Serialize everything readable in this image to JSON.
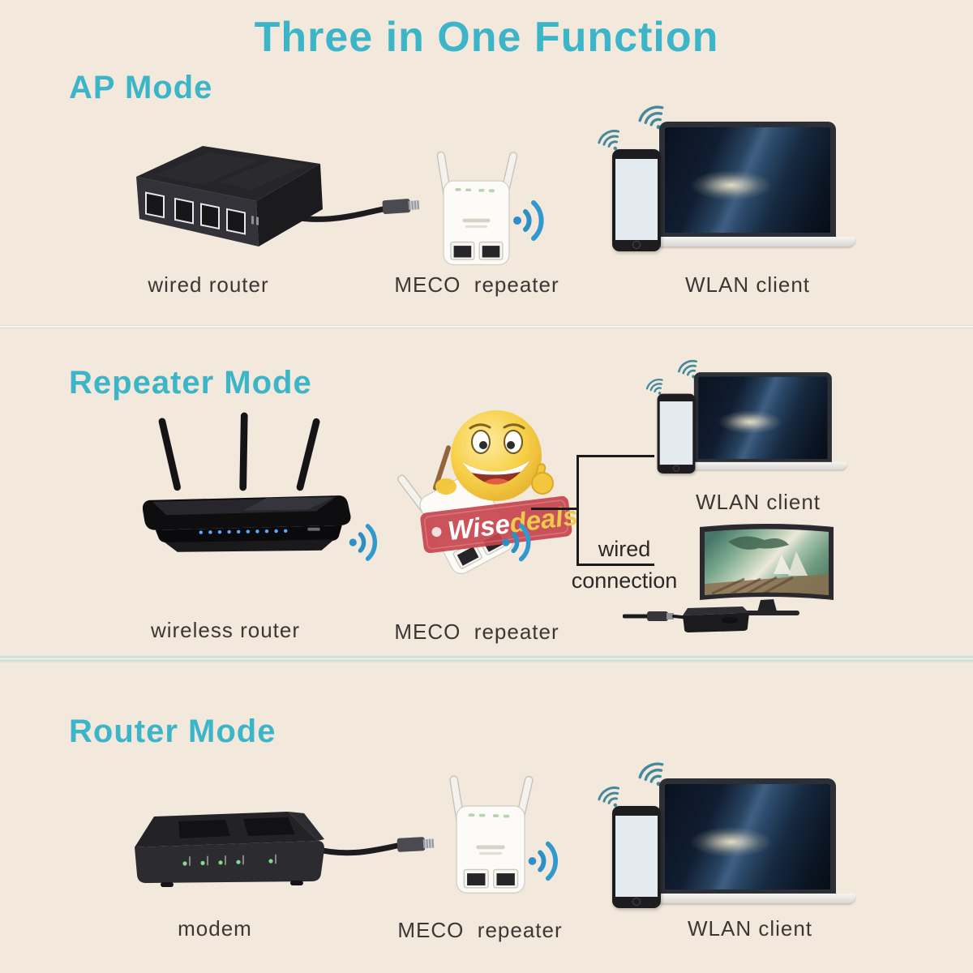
{
  "title": "Three in One Function",
  "colors": {
    "background": "#f2e9dc",
    "accent_teal": "#3cb5c8",
    "label_gray": "#3b3834",
    "wifi_blue": "#2d8fc6",
    "watermark_tag_red": "#c7454e"
  },
  "watermark": {
    "name": "Wisedeals",
    "text_primary": "Wise",
    "text_secondary": "deals"
  },
  "sections": {
    "ap": {
      "heading": "AP Mode",
      "source_label": "wired router",
      "repeater_label": "MECO  repeater",
      "client_label": "WLAN client"
    },
    "repeater": {
      "heading": "Repeater Mode",
      "source_label": "wireless router",
      "repeater_label": "MECO  repeater",
      "client_label": "WLAN client",
      "wired_label_line1": "wired",
      "wired_label_line2": "connection"
    },
    "router": {
      "heading": "Router Mode",
      "source_label": "modem",
      "repeater_label": "MECO  repeater",
      "client_label": "WLAN client"
    }
  }
}
